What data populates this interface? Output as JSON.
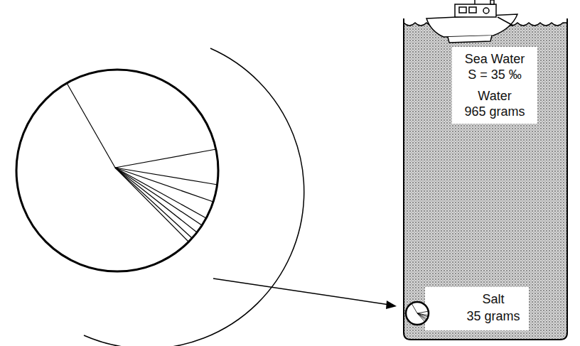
{
  "diagram": {
    "nodes": [
      {
        "text": [
          "Sea Water",
          "S = 35 ‰",
          "Water",
          "965 grams"
        ]
      },
      {
        "text": [
          "Salt",
          "35 grams"
        ]
      }
    ]
  }
}
